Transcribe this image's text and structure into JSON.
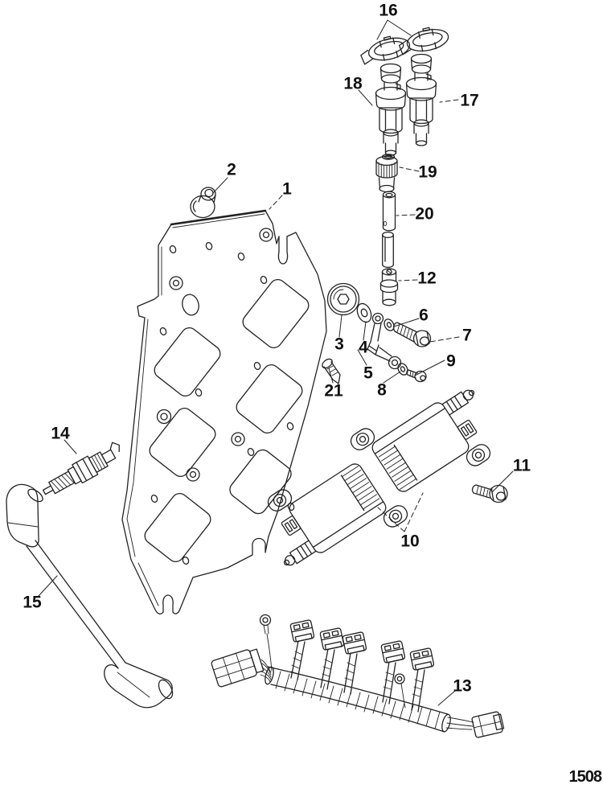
{
  "figure": {
    "code": "1508"
  },
  "colors": {
    "ink": "#222222",
    "background": "#ffffff"
  },
  "callouts": [
    {
      "num": "1"
    },
    {
      "num": "2"
    },
    {
      "num": "3"
    },
    {
      "num": "4"
    },
    {
      "num": "5"
    },
    {
      "num": "6"
    },
    {
      "num": "7"
    },
    {
      "num": "8"
    },
    {
      "num": "9"
    },
    {
      "num": "10"
    },
    {
      "num": "11"
    },
    {
      "num": "12"
    },
    {
      "num": "13"
    },
    {
      "num": "14"
    },
    {
      "num": "15"
    },
    {
      "num": "16"
    },
    {
      "num": "17"
    },
    {
      "num": "18"
    },
    {
      "num": "19"
    },
    {
      "num": "20"
    },
    {
      "num": "21"
    }
  ]
}
